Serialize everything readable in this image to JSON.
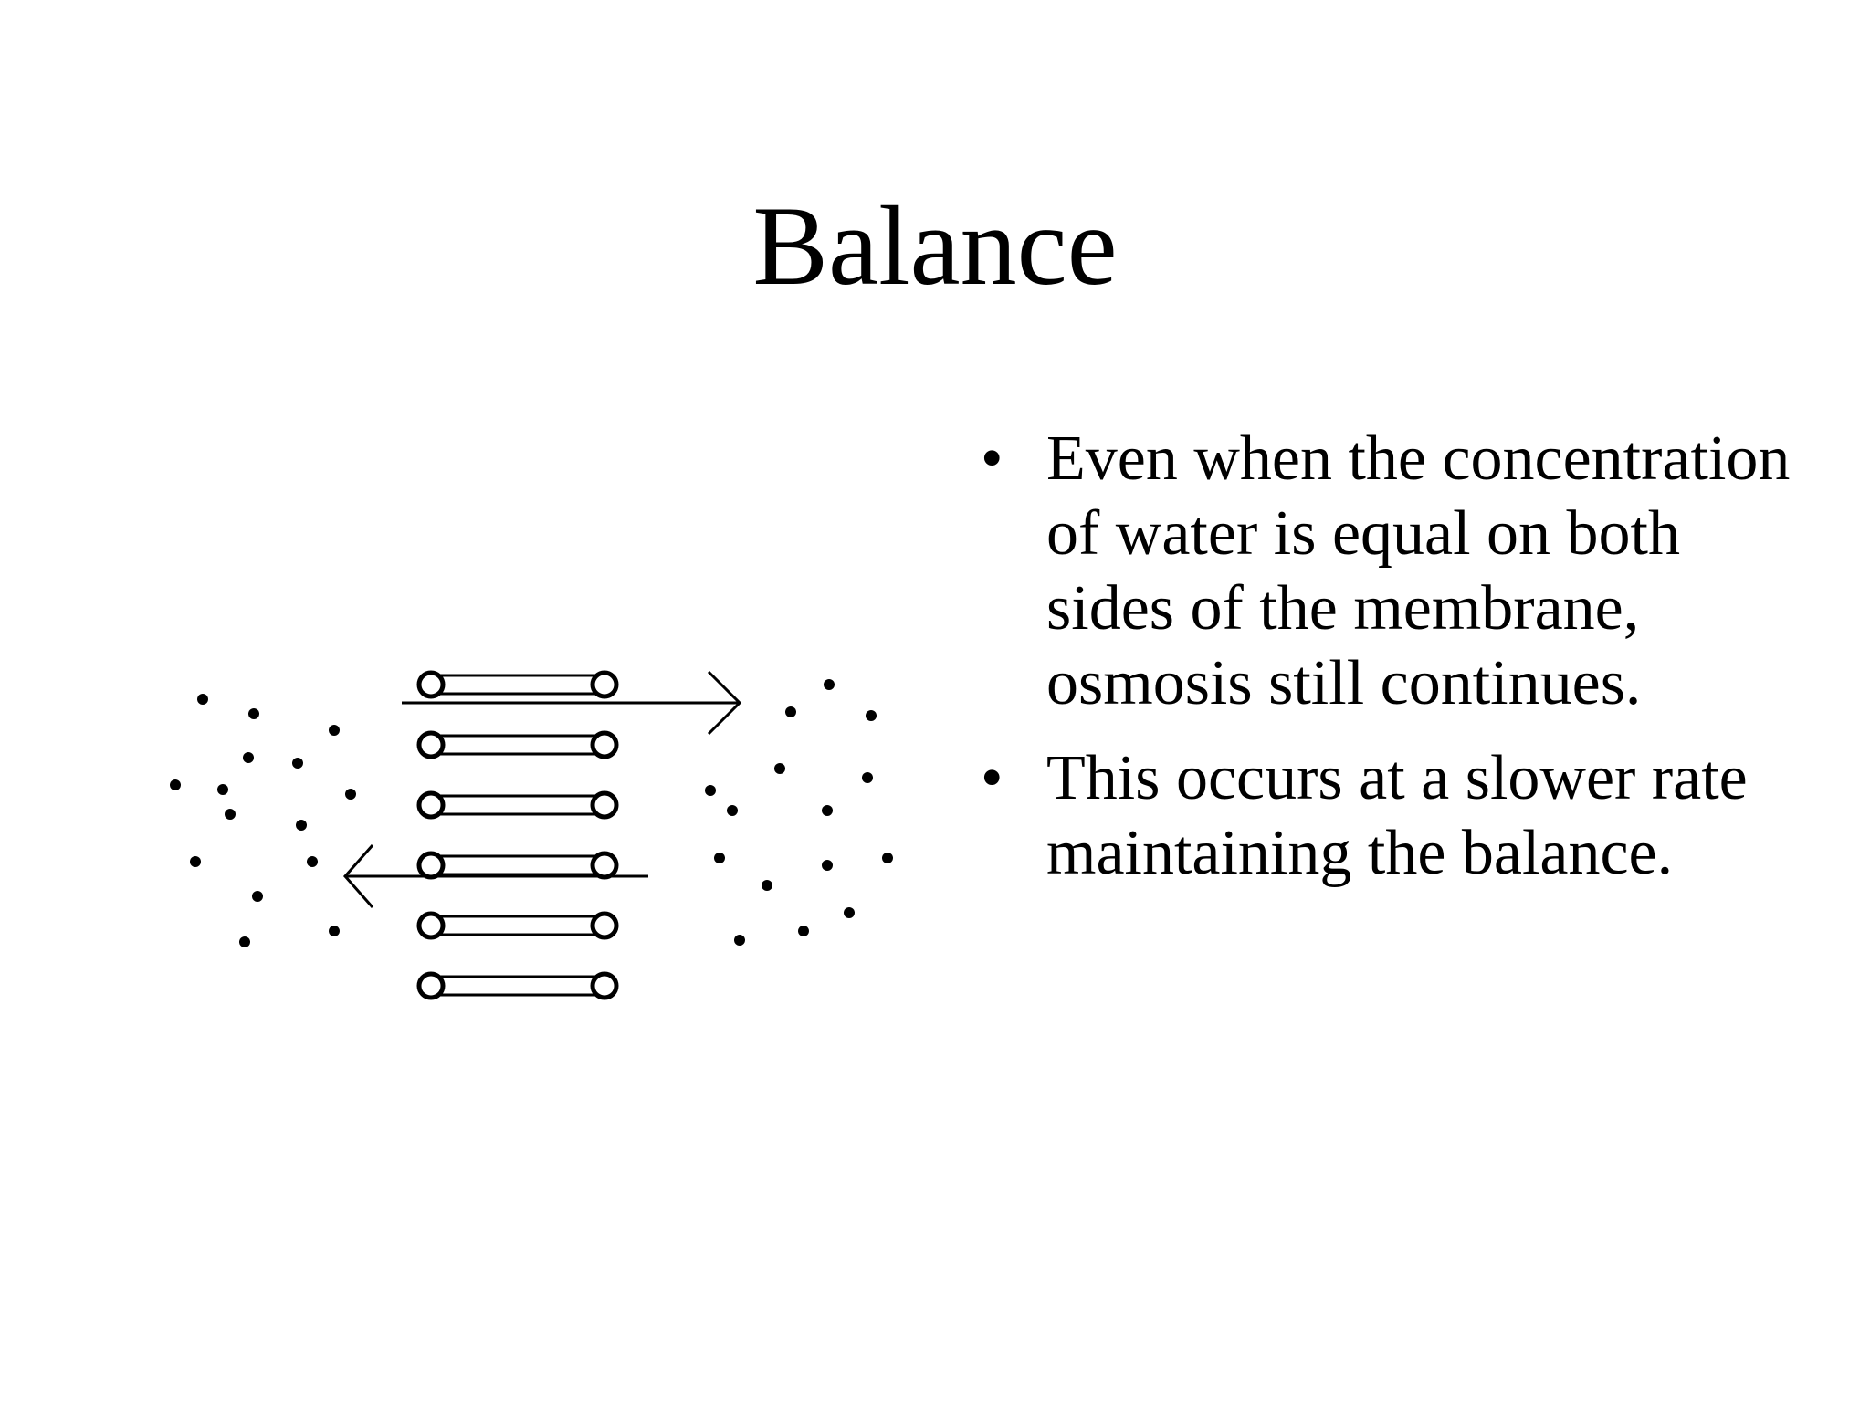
{
  "slide": {
    "title": "Balance",
    "bullets": [
      {
        "marker": "•",
        "text": "Even when the concentration of water is equal on both sides of the membrane, osmosis still continues."
      },
      {
        "marker": "•",
        "text": "This occurs at a slower rate maintaining the balance."
      }
    ]
  },
  "diagram": {
    "colors": {
      "ink": "#000000",
      "paper": "#ffffff"
    },
    "icons": [
      "arrow-right-icon",
      "arrow-left-icon",
      "membrane-channel-icon",
      "water-molecule-dot-icon"
    ]
  }
}
